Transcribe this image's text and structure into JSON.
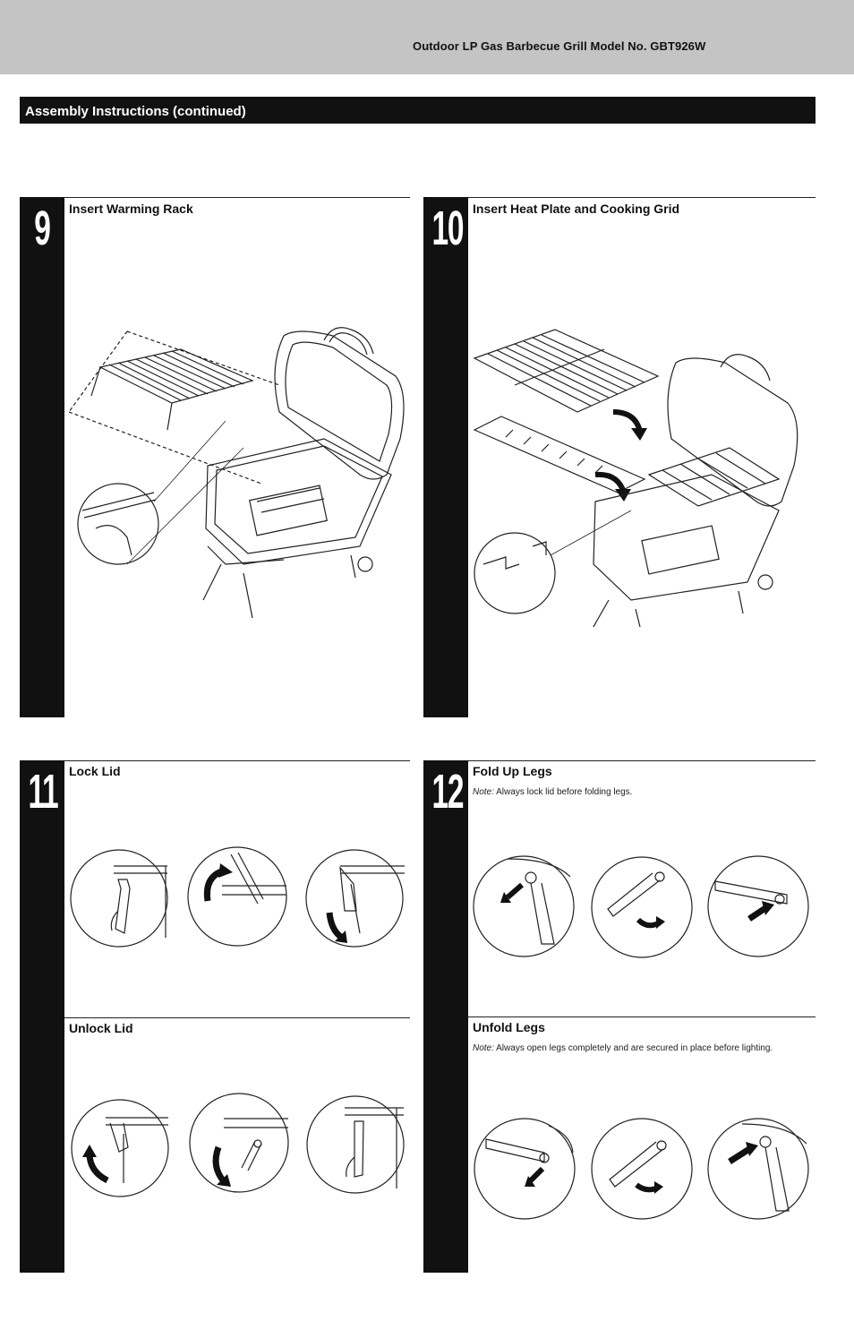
{
  "header": {
    "title": "Outdoor LP Gas Barbecue Grill  Model No. GBT926W"
  },
  "section": {
    "title": "Assembly Instructions (continued)"
  },
  "steps": [
    {
      "number": "9",
      "title": "Insert Warming Rack"
    },
    {
      "number": "10",
      "title": "Insert Heat Plate and Cooking Grid"
    },
    {
      "number": "11",
      "title": "Lock Lid",
      "subtitle": "Unlock Lid"
    },
    {
      "number": "12",
      "title": "Fold Up Legs",
      "note_label": "Note:",
      "note": "Always lock lid before folding legs.",
      "subtitle": "Unfold Legs",
      "sub_note_label": "Note:",
      "sub_note": "Always open legs completely and are secured in place before lighting."
    }
  ],
  "colors": {
    "header_bar": "#c4c4c4",
    "black": "#111111"
  }
}
